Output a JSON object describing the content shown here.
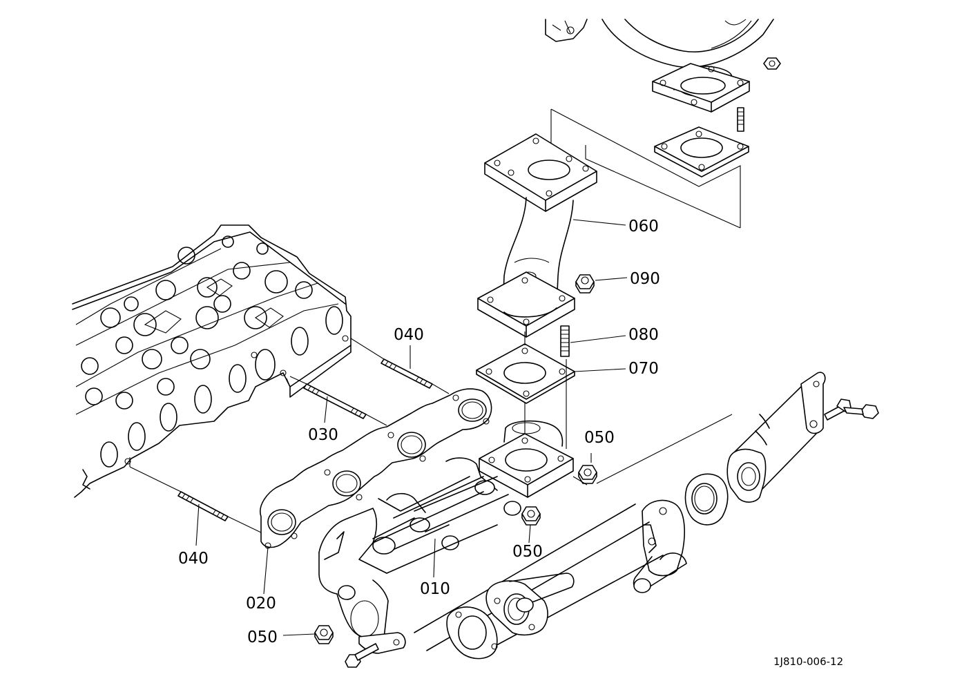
{
  "diagram": {
    "callouts": [
      {
        "id": "c060",
        "text": "060"
      },
      {
        "id": "c090",
        "text": "090"
      },
      {
        "id": "c080",
        "text": "080"
      },
      {
        "id": "c070",
        "text": "070"
      },
      {
        "id": "c040a",
        "text": "040"
      },
      {
        "id": "c030",
        "text": "030"
      },
      {
        "id": "c050a",
        "text": "050"
      },
      {
        "id": "c050b",
        "text": "050"
      },
      {
        "id": "c040b",
        "text": "040"
      },
      {
        "id": "c010",
        "text": "010"
      },
      {
        "id": "c020",
        "text": "020"
      },
      {
        "id": "c050c",
        "text": "050"
      }
    ],
    "drawing_code": "1J810-006-12"
  }
}
